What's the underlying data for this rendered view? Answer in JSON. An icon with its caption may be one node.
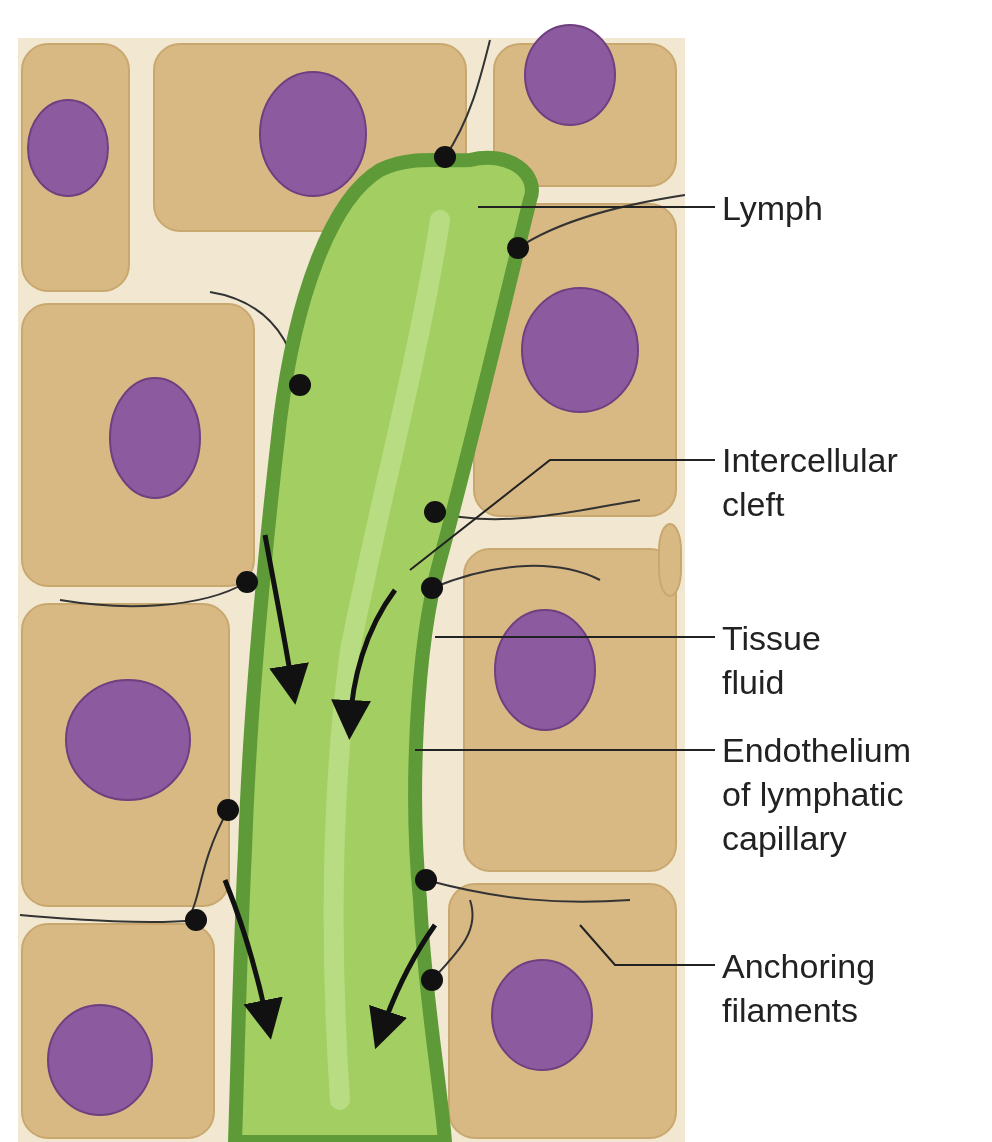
{
  "diagram": {
    "nodes": [
      {
        "text": [
          "Lymph"
        ]
      },
      {
        "text": [
          "Intercellular cleft"
        ]
      },
      {
        "text": [
          "Tissue fluid"
        ]
      },
      {
        "text": [
          "Endothelium of lymphatic capillary"
        ]
      },
      {
        "text": [
          "Anchoring filaments"
        ]
      }
    ],
    "edges": [
      {
        "from": 0,
        "to": null,
        "arrow": "none"
      },
      {
        "from": 1,
        "to": null,
        "arrow": "none"
      },
      {
        "from": 2,
        "to": null,
        "arrow": "none"
      },
      {
        "from": 3,
        "to": null,
        "arrow": "none"
      },
      {
        "from": 4,
        "to": null,
        "arrow": "none"
      }
    ]
  }
}
